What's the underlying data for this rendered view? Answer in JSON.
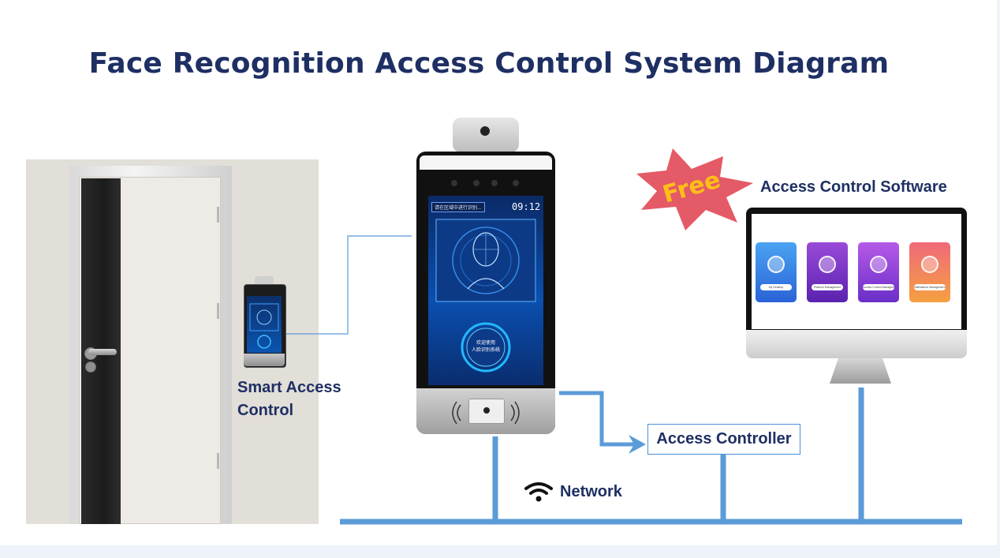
{
  "title": "Face Recognition Access Control System Diagram",
  "labels": {
    "smart_access_line1": "Smart Access",
    "smart_access_line2": "Control",
    "access_control_software": "Access Control Software",
    "free_badge": "Free",
    "access_controller": "Access Controller",
    "network": "Network"
  },
  "device_screen": {
    "status_text": "请在区域中进行识别...",
    "time": "09:12",
    "welcome_line1": "欢迎使用",
    "welcome_line2": "人脸识别系统"
  },
  "software_tiles": [
    {
      "label": "My Desktop",
      "color_top": "#4aa3f2",
      "color_bottom": "#2a63d8"
    },
    {
      "label": "Platform Management",
      "color_top": "#9a4ad8",
      "color_bottom": "#5a22b0"
    },
    {
      "label": "Access Control Management",
      "color_top": "#b65ae8",
      "color_bottom": "#6a2ec8"
    },
    {
      "label": "Attendance Management",
      "color_top": "#f06a7a",
      "color_bottom": "#f5a040"
    }
  ],
  "colors": {
    "title": "#1e2f63",
    "connector": "#5b9bd8",
    "badge_star": "#e45a66",
    "badge_text": "#ffbf18"
  },
  "icons": [
    "wifi-icon",
    "face-scan-icon",
    "nfc-icon"
  ]
}
